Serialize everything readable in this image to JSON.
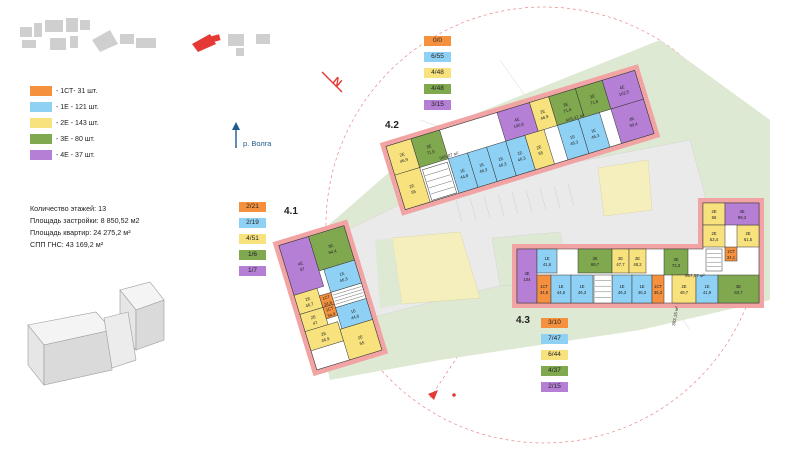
{
  "colors": {
    "orange": "#f5913e",
    "blue": "#8fd1f4",
    "yellow": "#f7e27e",
    "green": "#7fa84f",
    "purple": "#b57fd6",
    "highlight": "#f2a3a3",
    "park": "#dde9d2",
    "sand": "#f5efbe",
    "road": "#ededed"
  },
  "legend": [
    {
      "key": "orange",
      "label": "- 1СТ- 31 шт."
    },
    {
      "key": "blue",
      "label": "- 1Е - 121 шт."
    },
    {
      "key": "yellow",
      "label": "- 2Е - 143 шт."
    },
    {
      "key": "green",
      "label": "- 3Е - 80 шт."
    },
    {
      "key": "purple",
      "label": "- 4Е - 37 шт."
    }
  ],
  "stats": {
    "floors": "Количество этажей: 13",
    "built_area": "Площадь застройки: 8 850,52 м2",
    "apt_area": "Площадь квартир: 24 275,2 м²",
    "gns": "СПП ГНС: 43 169,2 м²"
  },
  "river_label": "р. Волга",
  "north_label": "N",
  "buildings": {
    "b41": {
      "label": "4.1",
      "badges": [
        "2/21",
        "2/19",
        "4/51",
        "1/6",
        "1/7"
      ]
    },
    "b42": {
      "label": "4.2",
      "badges": [
        "0/0",
        "6/55",
        "4/48",
        "4/48",
        "3/15"
      ]
    },
    "b43": {
      "label": "4.3",
      "badges": [
        "3/10",
        "7/47",
        "6/44",
        "4/37",
        "2/15"
      ]
    }
  },
  "units": {
    "u42": [
      [
        "2Е",
        "46,9"
      ],
      [
        "2Е",
        "55"
      ],
      [
        "3Е",
        "71,5"
      ],
      [
        "1Е",
        "44,8"
      ],
      [
        "1Е",
        "46,3"
      ],
      [
        "1Е",
        "46,3"
      ],
      [
        "4Е",
        "100,6"
      ],
      [
        "1Е",
        "46,3"
      ],
      [
        "2Е",
        "46,9"
      ],
      [
        "2Е",
        "55"
      ],
      [
        "3Е",
        "71,6"
      ],
      [
        "3Е",
        "71,6"
      ],
      [
        "1Е",
        "46,3"
      ],
      [
        "1Е",
        "46,3"
      ],
      [
        "4Е",
        "102,5"
      ],
      [
        "4Е",
        "99,4"
      ]
    ],
    "u41": [
      [
        "3Е",
        "94,4"
      ],
      [
        "4Е",
        "97"
      ],
      [
        "1Е",
        "46,3"
      ],
      [
        "2Е",
        "46,7"
      ],
      [
        "1СТ",
        "34,6"
      ],
      [
        "1СТ",
        "34,9"
      ],
      [
        "2Е",
        "47"
      ],
      [
        "1Е",
        "44,6"
      ],
      [
        "2Е",
        "46,9"
      ],
      [
        "2Е",
        "55"
      ]
    ],
    "u43": [
      [
        "4Е",
        "104"
      ],
      [
        "1Е",
        "41,6"
      ],
      [
        "1СТ",
        "34,8"
      ],
      [
        "1Е",
        "44,6"
      ],
      [
        "1Е",
        "46,3"
      ],
      [
        "3Е",
        "69,7"
      ],
      [
        "2Е",
        "47,7"
      ],
      [
        "2Е",
        "48,2"
      ],
      [
        "1Е",
        "46,3"
      ],
      [
        "1Е",
        "46,3"
      ],
      [
        "1СТ",
        "35,3"
      ],
      [
        "3Е",
        "72,3"
      ],
      [
        "2Е",
        "49,7"
      ],
      [
        "1Е",
        "41,9"
      ],
      [
        "3Е",
        "63,7"
      ],
      [
        "2Е",
        "56"
      ],
      [
        "2Е",
        "53,4"
      ],
      [
        "2Е",
        "61,5"
      ],
      [
        "4Е",
        "99,3"
      ],
      [
        "1СТ",
        "34,1"
      ]
    ]
  },
  "area_labels": {
    "a42": "565,07 м²",
    "a42b": "443,47 м²",
    "a43": "567,07 м²",
    "a43b": "393,15 м²"
  }
}
